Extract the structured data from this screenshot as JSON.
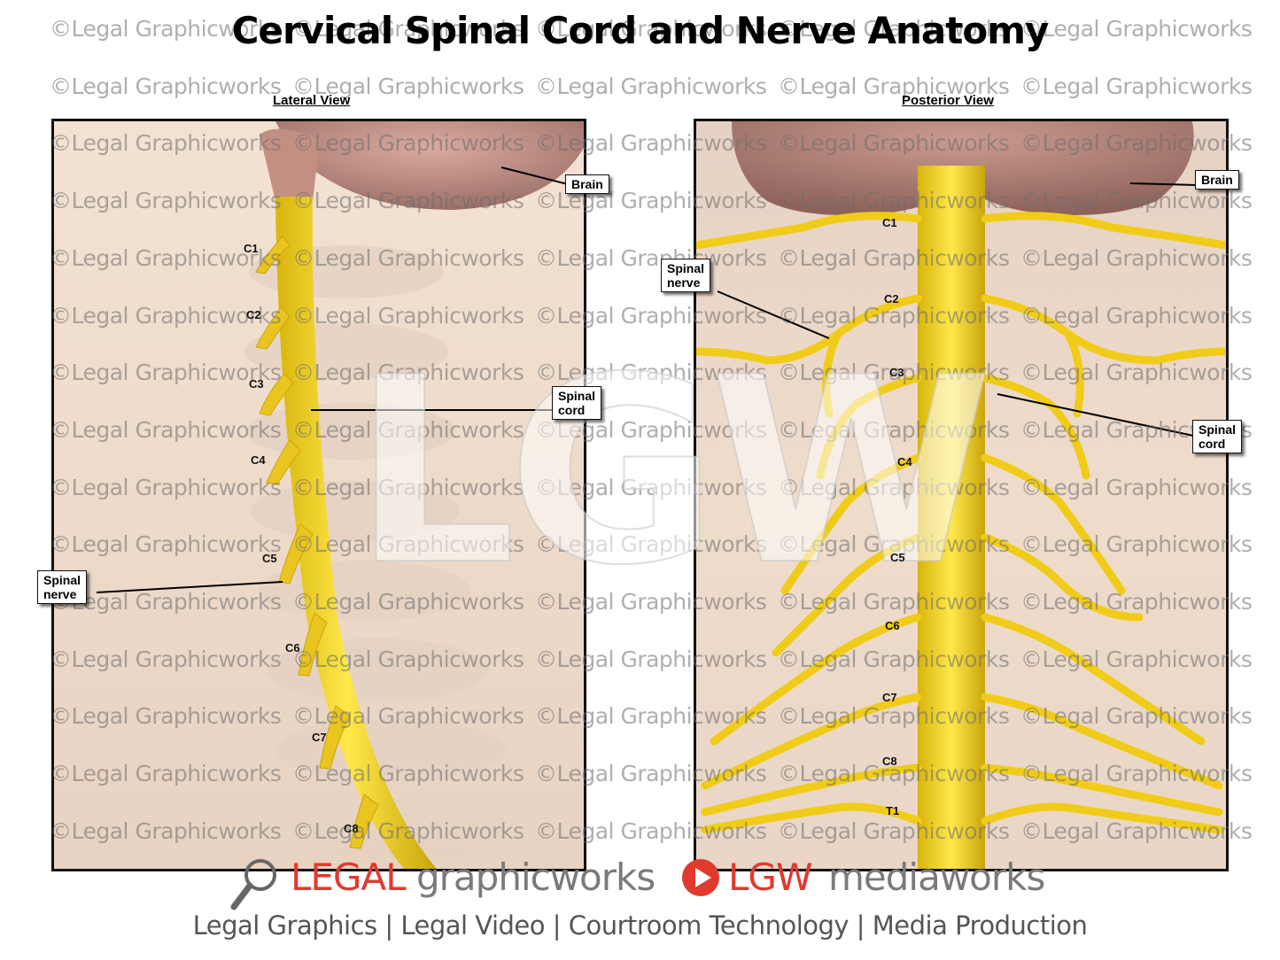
{
  "title": "Cervical Spinal Cord and Nerve Anatomy",
  "watermark_text": "©Legal Graphicworks",
  "big_watermark": "LGW",
  "lateral": {
    "label": "Lateral View",
    "brain_label": "Brain",
    "cord_label": "Spinal\ncord",
    "nerve_label": "Spinal\nnerve",
    "levels": [
      "C1",
      "C2",
      "C3",
      "C4",
      "C5",
      "C6",
      "C7",
      "C8"
    ]
  },
  "posterior": {
    "label": "Posterior View",
    "brain_label": "Brain",
    "cord_label": "Spinal\ncord",
    "nerve_label": "Spinal\nnerve",
    "levels": [
      "C1",
      "C2",
      "C3",
      "C4",
      "C5",
      "C6",
      "C7",
      "C8",
      "T1"
    ]
  },
  "footer": {
    "brand_legal": "LEGAL",
    "brand_graphicworks": "graphicworks",
    "brand_lgw": "LGW",
    "brand_mediaworks": "mediaworks",
    "tagline": "Legal Graphics | Legal Video | Courtroom Technology | Media Production"
  },
  "colors": {
    "nerve": "#f2d21a",
    "nerve_dark": "#c9a50a",
    "brain": "#b78f86",
    "background": "#efdccb",
    "brand_red": "#e03a2e"
  }
}
